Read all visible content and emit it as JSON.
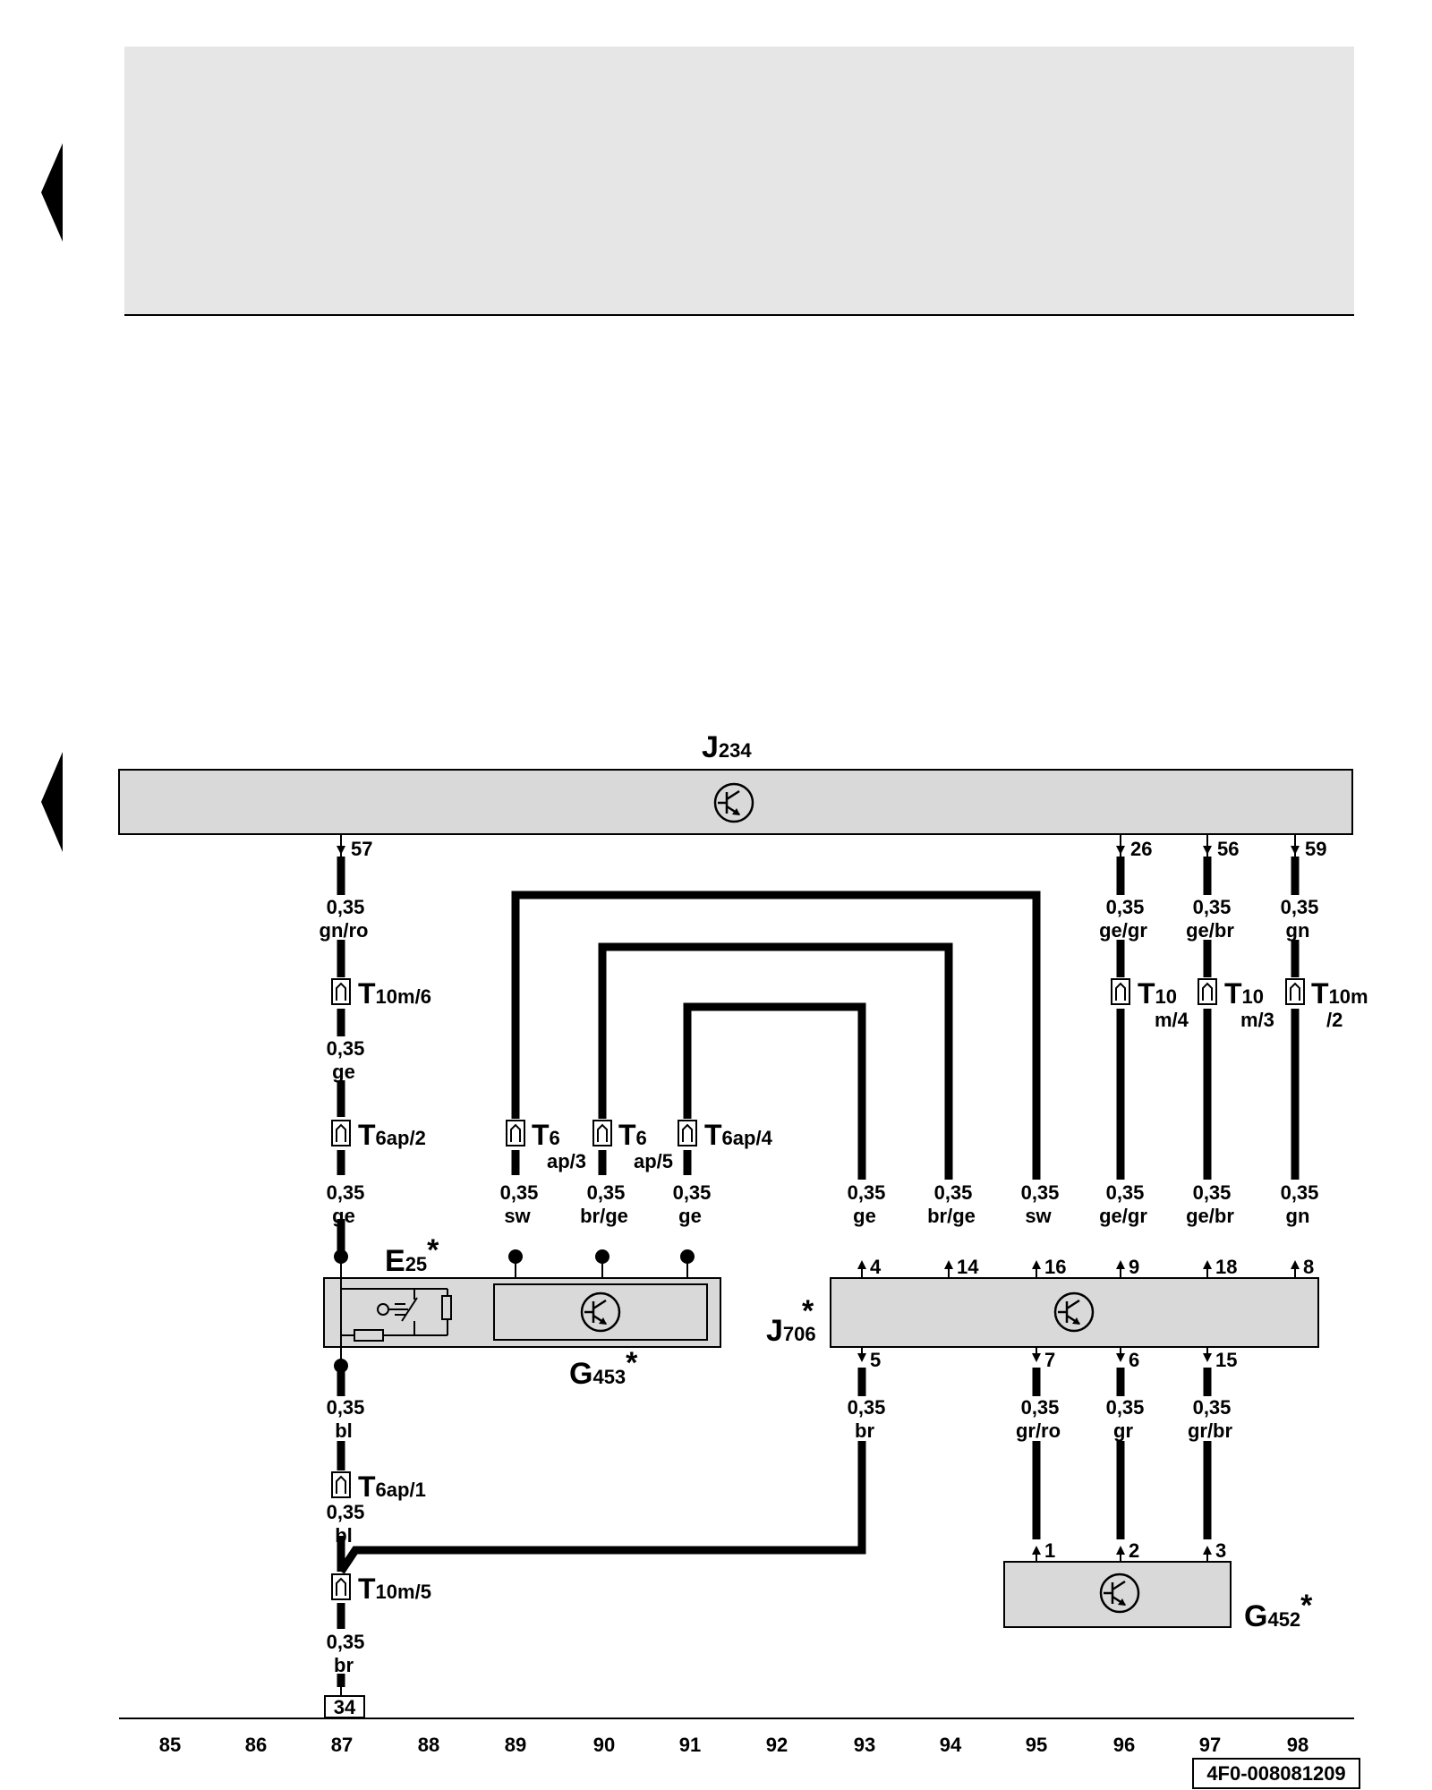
{
  "colors": {
    "component_fill": "#d9d9d9",
    "header_fill": "#e6e6e6",
    "wire": "#000000"
  },
  "components": {
    "J234": {
      "letter": "J",
      "sub": "234",
      "star": ""
    },
    "J706": {
      "letter": "J",
      "sub": "706",
      "star": "*"
    },
    "E25": {
      "letter": "E",
      "sub": "25",
      "star": "*"
    },
    "G453": {
      "letter": "G",
      "sub": "453",
      "star": "*"
    },
    "G452": {
      "letter": "G",
      "sub": "452",
      "star": "*"
    }
  },
  "icons": {
    "nav_arrow": "left-triangle-icon",
    "control_unit": "transistor-circle-icon",
    "connector": "plug-connector-icon"
  },
  "wire_labels": {
    "w87a": [
      "0,35",
      "gn/ro"
    ],
    "w87b": [
      "0,35",
      "ge"
    ],
    "w87c": [
      "0,35",
      "ge"
    ],
    "w87d": [
      "0,35",
      "bl"
    ],
    "w87e": [
      "0,35",
      "bl"
    ],
    "w87f": [
      "0,35",
      "br"
    ],
    "w89": [
      "0,35",
      "sw"
    ],
    "w90": [
      "0,35",
      "br/ge"
    ],
    "w91": [
      "0,35",
      "ge"
    ],
    "w93a": [
      "0,35",
      "ge"
    ],
    "w93b": [
      "0,35",
      "br"
    ],
    "w94": [
      "0,35",
      "br/ge"
    ],
    "w95a": [
      "0,35",
      "sw"
    ],
    "w95b": [
      "0,35",
      "gr/ro"
    ],
    "w96a": [
      "0,35",
      "ge/gr"
    ],
    "w96b": [
      "0,35",
      "ge/gr"
    ],
    "w96c": [
      "0,35",
      "gr"
    ],
    "w97a": [
      "0,35",
      "ge/br"
    ],
    "w97b": [
      "0,35",
      "ge/br"
    ],
    "w97c": [
      "0,35",
      "gr/br"
    ],
    "w98a": [
      "0,35",
      "gn"
    ],
    "w98b": [
      "0,35",
      "gn"
    ]
  },
  "pins": {
    "j234_57": "57",
    "j234_26": "26",
    "j234_56": "56",
    "j234_59": "59",
    "j706_4": "4",
    "j706_14": "14",
    "j706_16": "16",
    "j706_9": "9",
    "j706_18": "18",
    "j706_8": "8",
    "j706_5": "5",
    "j706_7": "7",
    "j706_6": "6",
    "j706_15": "15",
    "g452_1": "1",
    "g452_2": "2",
    "g452_3": "3"
  },
  "connectors": {
    "t10m6": {
      "main": "T",
      "sub": "10m/6"
    },
    "t6ap2": {
      "main": "T",
      "sub": "6ap/2"
    },
    "t6ap3": {
      "main": "T",
      "sub": "6",
      "sub2": "ap/3"
    },
    "t6ap5": {
      "main": "T",
      "sub": "6",
      "sub2": "ap/5"
    },
    "t6ap4": {
      "main": "T",
      "sub": "6ap/4"
    },
    "t10m4": {
      "main": "T",
      "sub": "10",
      "sub2": "m/4"
    },
    "t10m3": {
      "main": "T",
      "sub": "10",
      "sub2": "m/3"
    },
    "t10m2": {
      "main": "T",
      "sub": "10m",
      "sub2": "/2"
    },
    "t6ap1": {
      "main": "T",
      "sub": "6ap/1"
    },
    "t10m5": {
      "main": "T",
      "sub": "10m/5"
    }
  },
  "ground_ref": "34",
  "track_numbers": [
    "85",
    "86",
    "87",
    "88",
    "89",
    "90",
    "91",
    "92",
    "93",
    "94",
    "95",
    "96",
    "97",
    "98"
  ],
  "doc_ref": "4F0-008081209"
}
